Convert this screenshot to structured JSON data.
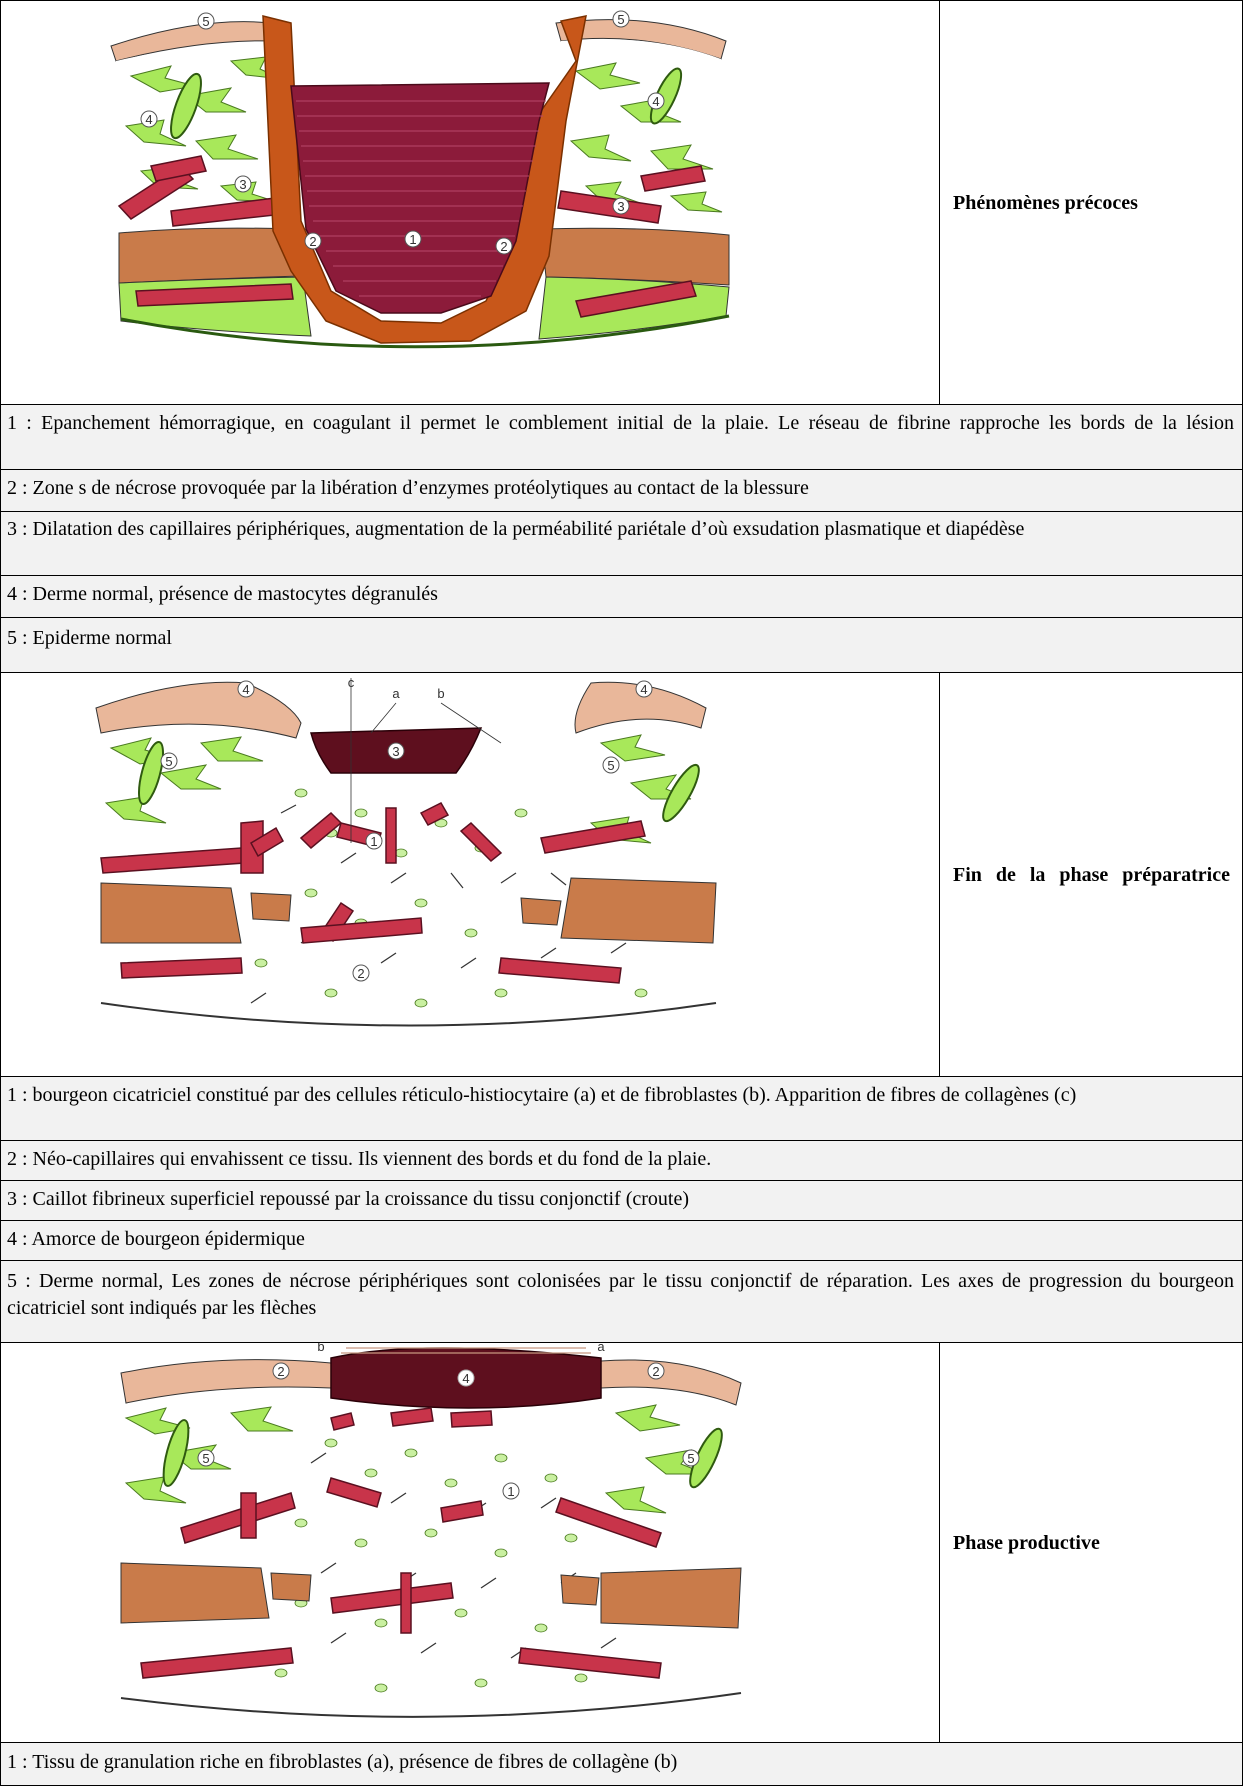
{
  "sections": [
    {
      "title": "Phénomènes précoces",
      "figure_labels": [
        "5",
        "5",
        "4",
        "4",
        "3",
        "3",
        "2",
        "2",
        "1"
      ],
      "legend": [
        "1 : Epanchement hémorragique, en coagulant il permet le comblement initial de la plaie. Le réseau de fibrine rapproche les bords de la lésion",
        "2 : Zone s de nécrose provoquée par la libération d’enzymes protéolytiques au contact de la blessure",
        "3 : Dilatation des capillaires périphériques, augmentation de la perméabilité pariétale d’où exsudation plasmatique et diapédèse",
        "4 : Derme normal, présence de mastocytes dégranulés",
        "5 : Epiderme normal"
      ]
    },
    {
      "title": "Fin de la phase préparatrice",
      "figure_labels": [
        "4",
        "4",
        "5",
        "5",
        "3",
        "1",
        "2",
        "a",
        "b",
        "c"
      ],
      "legend": [
        "1 : bourgeon cicatriciel constitué par des cellules réticulo-histiocytaire (a) et de fibroblastes (b). Apparition de fibres de collagènes (c)",
        "2 : Néo-capillaires qui envahissent ce tissu. Ils viennent des bords et du fond de la plaie.",
        "3 : Caillot fibrineux superficiel repoussé par la croissance du tissu conjonctif (croute)",
        "4 : Amorce de bourgeon épidermique",
        "5 : Derme normal, Les zones de nécrose périphériques sont colonisées par le tissu conjonctif de réparation. Les axes de progression du bourgeon cicatriciel sont indiqués par les flèches"
      ]
    },
    {
      "title": "Phase productive",
      "figure_labels": [
        "2",
        "2",
        "4",
        "5",
        "5",
        "1",
        "a",
        "b"
      ],
      "legend": [
        "1 : Tissu de granulation riche en fibroblastes (a), présence de fibres de collagène (b)"
      ]
    }
  ],
  "colors": {
    "blood": "#8c1b3a",
    "vessel": "#c8344a",
    "necrosis": "#c8571a",
    "dermis_green": "#9ee84a",
    "skin": "#e9b79a",
    "fat": "#c97b4a",
    "clot": "#5e0f1e"
  }
}
